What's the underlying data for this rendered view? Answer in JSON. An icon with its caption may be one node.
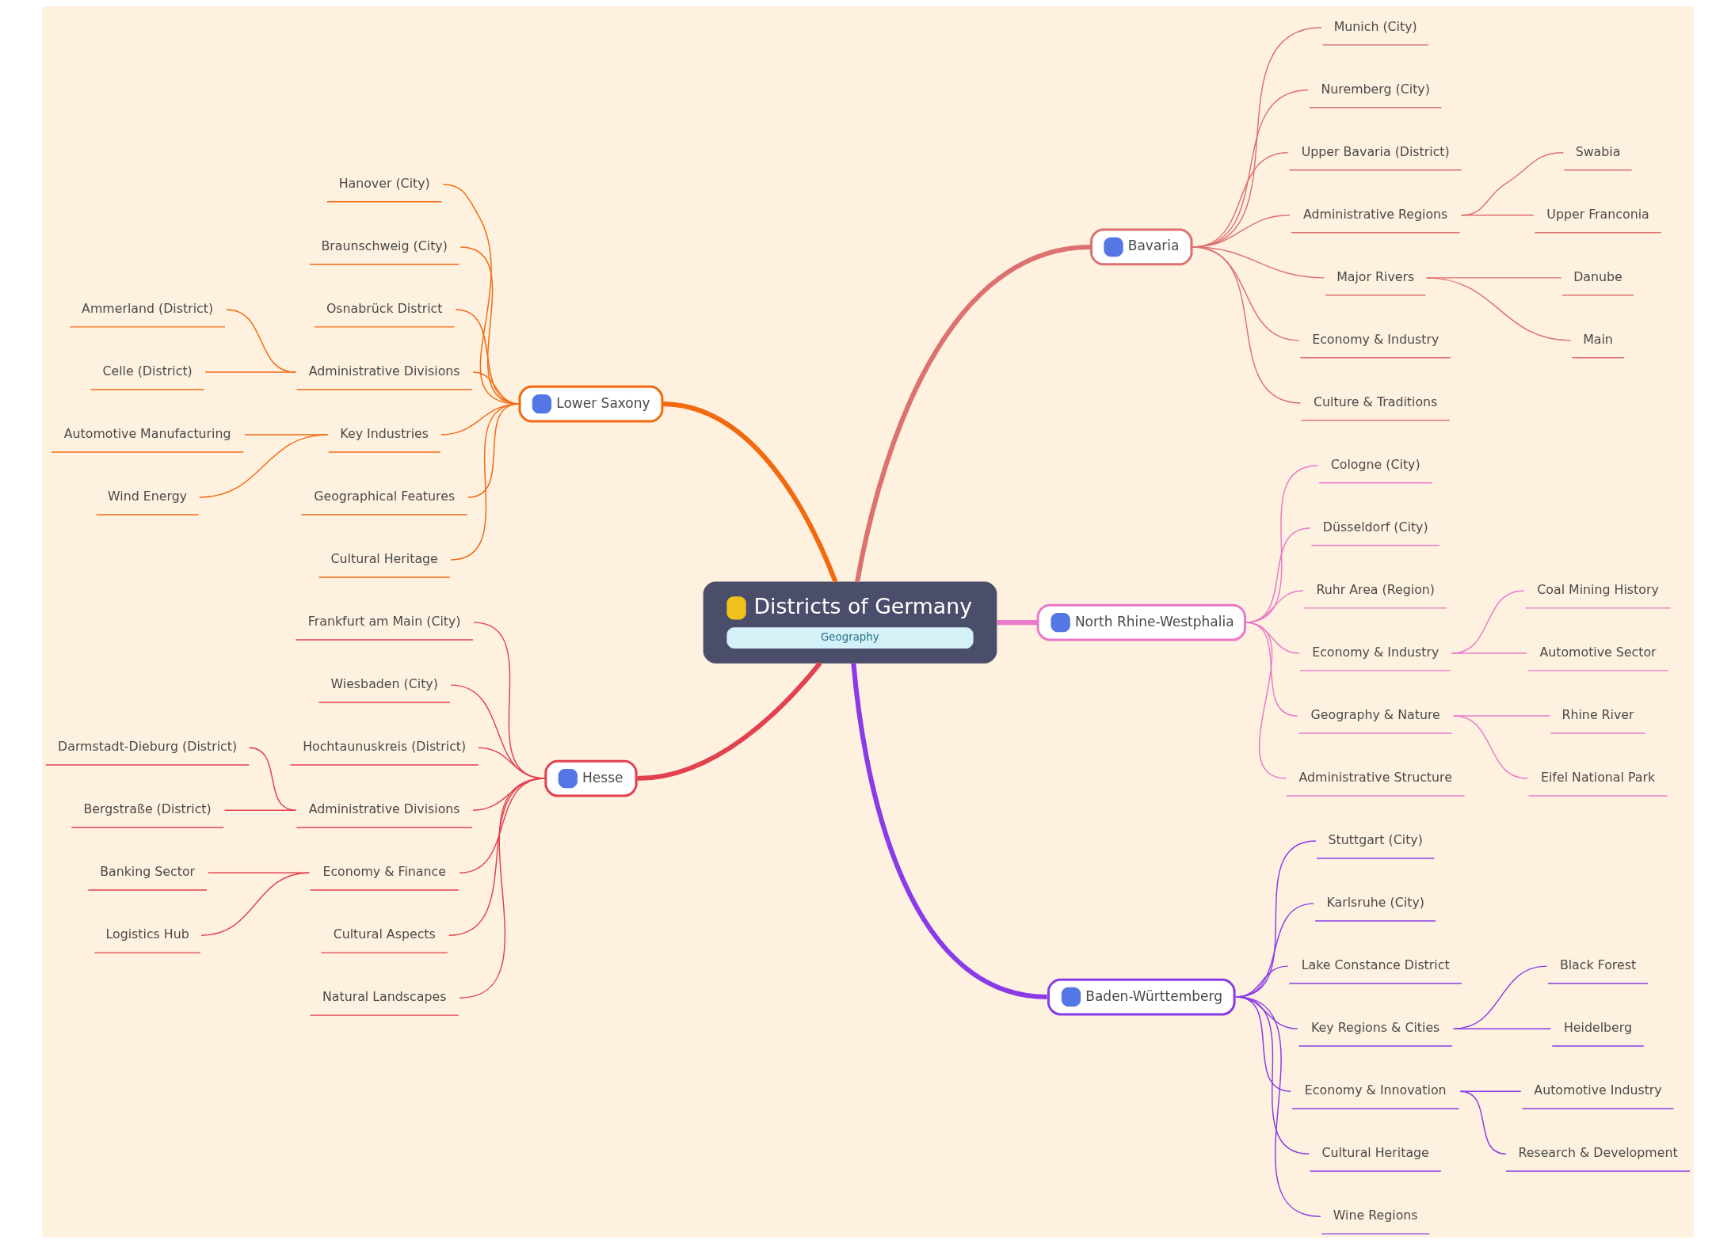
{
  "diagram": {
    "nodes": [
      {
        "text": [
          "Districts of Germany",
          "Geography"
        ]
      },
      {
        "text": [
          "Lower Saxony"
        ]
      },
      {
        "text": [
          "Hanover (City)"
        ]
      },
      {
        "text": [
          "Braunschweig (City)"
        ]
      },
      {
        "text": [
          "Osnabrück District"
        ]
      },
      {
        "text": [
          "Administrative Divisions"
        ]
      },
      {
        "text": [
          "Ammerland (District)"
        ]
      },
      {
        "text": [
          "Celle (District)"
        ]
      },
      {
        "text": [
          "Key Industries"
        ]
      },
      {
        "text": [
          "Automotive Manufacturing"
        ]
      },
      {
        "text": [
          "Wind Energy"
        ]
      },
      {
        "text": [
          "Geographical Features"
        ]
      },
      {
        "text": [
          "Cultural Heritage"
        ]
      },
      {
        "text": [
          "Hesse"
        ]
      },
      {
        "text": [
          "Frankfurt am Main (City)"
        ]
      },
      {
        "text": [
          "Wiesbaden (City)"
        ]
      },
      {
        "text": [
          "Hochtaunuskreis (District)"
        ]
      },
      {
        "text": [
          "Administrative Divisions"
        ]
      },
      {
        "text": [
          "Darmstadt-Dieburg (District)"
        ]
      },
      {
        "text": [
          "Bergstraße (District)"
        ]
      },
      {
        "text": [
          "Economy & Finance"
        ]
      },
      {
        "text": [
          "Banking Sector"
        ]
      },
      {
        "text": [
          "Logistics Hub"
        ]
      },
      {
        "text": [
          "Cultural Aspects"
        ]
      },
      {
        "text": [
          "Natural Landscapes"
        ]
      },
      {
        "text": [
          "Bavaria"
        ]
      },
      {
        "text": [
          "Munich (City)"
        ]
      },
      {
        "text": [
          "Nuremberg (City)"
        ]
      },
      {
        "text": [
          "Upper Bavaria (District)"
        ]
      },
      {
        "text": [
          "Administrative Regions"
        ]
      },
      {
        "text": [
          "Swabia"
        ]
      },
      {
        "text": [
          "Upper Franconia"
        ]
      },
      {
        "text": [
          "Major Rivers"
        ]
      },
      {
        "text": [
          "Danube"
        ]
      },
      {
        "text": [
          "Main"
        ]
      },
      {
        "text": [
          "Economy & Industry"
        ]
      },
      {
        "text": [
          "Culture & Traditions"
        ]
      },
      {
        "text": [
          "North Rhine-Westphalia"
        ]
      },
      {
        "text": [
          "Cologne (City)"
        ]
      },
      {
        "text": [
          "Düsseldorf (City)"
        ]
      },
      {
        "text": [
          "Ruhr Area (Region)"
        ]
      },
      {
        "text": [
          "Economy & Industry"
        ]
      },
      {
        "text": [
          "Coal Mining History"
        ]
      },
      {
        "text": [
          "Automotive Sector"
        ]
      },
      {
        "text": [
          "Geography & Nature"
        ]
      },
      {
        "text": [
          "Rhine River"
        ]
      },
      {
        "text": [
          "Eifel National Park"
        ]
      },
      {
        "text": [
          "Administrative Structure"
        ]
      },
      {
        "text": [
          "Baden-Württemberg"
        ]
      },
      {
        "text": [
          "Stuttgart (City)"
        ]
      },
      {
        "text": [
          "Karlsruhe (City)"
        ]
      },
      {
        "text": [
          "Lake Constance District"
        ]
      },
      {
        "text": [
          "Key Regions & Cities"
        ]
      },
      {
        "text": [
          "Black Forest"
        ]
      },
      {
        "text": [
          "Heidelberg"
        ]
      },
      {
        "text": [
          "Economy & Innovation"
        ]
      },
      {
        "text": [
          "Automotive Industry"
        ]
      },
      {
        "text": [
          "Research & Development"
        ]
      },
      {
        "text": [
          "Cultural Heritage"
        ]
      },
      {
        "text": [
          "Wine Regions"
        ]
      }
    ],
    "edges": [
      {
        "from": 1,
        "to": 0,
        "arrow": "none",
        "style": "thick",
        "color": "#f26a10"
      },
      {
        "from": 2,
        "to": 1,
        "arrow": "none",
        "color": "#f26a10"
      },
      {
        "from": 3,
        "to": 1,
        "arrow": "none",
        "color": "#f26a10"
      },
      {
        "from": 4,
        "to": 1,
        "arrow": "none",
        "color": "#f26a10"
      },
      {
        "from": 5,
        "to": 1,
        "arrow": "none",
        "color": "#f26a10"
      },
      {
        "from": 6,
        "to": 5,
        "arrow": "none",
        "color": "#f26a10"
      },
      {
        "from": 7,
        "to": 5,
        "arrow": "none",
        "color": "#f26a10"
      },
      {
        "from": 8,
        "to": 1,
        "arrow": "none",
        "color": "#f26a10"
      },
      {
        "from": 9,
        "to": 8,
        "arrow": "none",
        "color": "#f26a10"
      },
      {
        "from": 10,
        "to": 8,
        "arrow": "none",
        "color": "#f26a10"
      },
      {
        "from": 11,
        "to": 1,
        "arrow": "none",
        "color": "#f26a10"
      },
      {
        "from": 12,
        "to": 1,
        "arrow": "none",
        "color": "#f26a10"
      },
      {
        "from": 13,
        "to": 0,
        "arrow": "none",
        "style": "thick",
        "color": "#e2414f"
      },
      {
        "from": 14,
        "to": 13,
        "arrow": "none",
        "color": "#e2414f"
      },
      {
        "from": 15,
        "to": 13,
        "arrow": "none",
        "color": "#e2414f"
      },
      {
        "from": 16,
        "to": 13,
        "arrow": "none",
        "color": "#e2414f"
      },
      {
        "from": 17,
        "to": 13,
        "arrow": "none",
        "color": "#e2414f"
      },
      {
        "from": 18,
        "to": 17,
        "arrow": "none",
        "color": "#e2414f"
      },
      {
        "from": 19,
        "to": 17,
        "arrow": "none",
        "color": "#e2414f"
      },
      {
        "from": 20,
        "to": 13,
        "arrow": "none",
        "color": "#e2414f"
      },
      {
        "from": 21,
        "to": 20,
        "arrow": "none",
        "color": "#e2414f"
      },
      {
        "from": 22,
        "to": 20,
        "arrow": "none",
        "color": "#e2414f"
      },
      {
        "from": 23,
        "to": 13,
        "arrow": "none",
        "color": "#e2414f"
      },
      {
        "from": 24,
        "to": 13,
        "arrow": "none",
        "color": "#e2414f"
      },
      {
        "from": 0,
        "to": 25,
        "arrow": "none",
        "style": "thick",
        "color": "#dc7170"
      },
      {
        "from": 25,
        "to": 26,
        "arrow": "none",
        "color": "#dc7170"
      },
      {
        "from": 25,
        "to": 27,
        "arrow": "none",
        "color": "#dc7170"
      },
      {
        "from": 25,
        "to": 28,
        "arrow": "none",
        "color": "#dc7170"
      },
      {
        "from": 25,
        "to": 29,
        "arrow": "none",
        "color": "#dc7170"
      },
      {
        "from": 29,
        "to": 30,
        "arrow": "none",
        "color": "#dc7170"
      },
      {
        "from": 29,
        "to": 31,
        "arrow": "none",
        "color": "#dc7170"
      },
      {
        "from": 25,
        "to": 32,
        "arrow": "none",
        "color": "#dc7170"
      },
      {
        "from": 32,
        "to": 33,
        "arrow": "none",
        "color": "#dc7170"
      },
      {
        "from": 32,
        "to": 34,
        "arrow": "none",
        "color": "#dc7170"
      },
      {
        "from": 25,
        "to": 35,
        "arrow": "none",
        "color": "#dc7170"
      },
      {
        "from": 25,
        "to": 36,
        "arrow": "none",
        "color": "#dc7170"
      },
      {
        "from": 0,
        "to": 37,
        "arrow": "none",
        "style": "thick",
        "color": "#e87ac9"
      },
      {
        "from": 37,
        "to": 38,
        "arrow": "none",
        "color": "#e87ac9"
      },
      {
        "from": 37,
        "to": 39,
        "arrow": "none",
        "color": "#e87ac9"
      },
      {
        "from": 37,
        "to": 40,
        "arrow": "none",
        "color": "#e87ac9"
      },
      {
        "from": 37,
        "to": 41,
        "arrow": "none",
        "color": "#e87ac9"
      },
      {
        "from": 41,
        "to": 42,
        "arrow": "none",
        "color": "#e87ac9"
      },
      {
        "from": 41,
        "to": 43,
        "arrow": "none",
        "color": "#e87ac9"
      },
      {
        "from": 37,
        "to": 44,
        "arrow": "none",
        "color": "#e87ac9"
      },
      {
        "from": 44,
        "to": 45,
        "arrow": "none",
        "color": "#e87ac9"
      },
      {
        "from": 44,
        "to": 46,
        "arrow": "none",
        "color": "#e87ac9"
      },
      {
        "from": 37,
        "to": 47,
        "arrow": "none",
        "color": "#e87ac9"
      },
      {
        "from": 0,
        "to": 48,
        "arrow": "none",
        "style": "thick",
        "color": "#8a3be8"
      },
      {
        "from": 48,
        "to": 49,
        "arrow": "none",
        "color": "#8a3be8"
      },
      {
        "from": 48,
        "to": 50,
        "arrow": "none",
        "color": "#8a3be8"
      },
      {
        "from": 48,
        "to": 51,
        "arrow": "none",
        "color": "#8a3be8"
      },
      {
        "from": 48,
        "to": 52,
        "arrow": "none",
        "color": "#8a3be8"
      },
      {
        "from": 52,
        "to": 53,
        "arrow": "none",
        "color": "#8a3be8"
      },
      {
        "from": 52,
        "to": 54,
        "arrow": "none",
        "color": "#8a3be8"
      },
      {
        "from": 48,
        "to": 55,
        "arrow": "none",
        "color": "#8a3be8"
      },
      {
        "from": 55,
        "to": 56,
        "arrow": "none",
        "color": "#8a3be8"
      },
      {
        "from": 55,
        "to": 57,
        "arrow": "none",
        "color": "#8a3be8"
      },
      {
        "from": 48,
        "to": 58,
        "arrow": "none",
        "color": "#8a3be8"
      },
      {
        "from": 48,
        "to": 59,
        "arrow": "none",
        "color": "#8a3be8"
      }
    ]
  }
}
